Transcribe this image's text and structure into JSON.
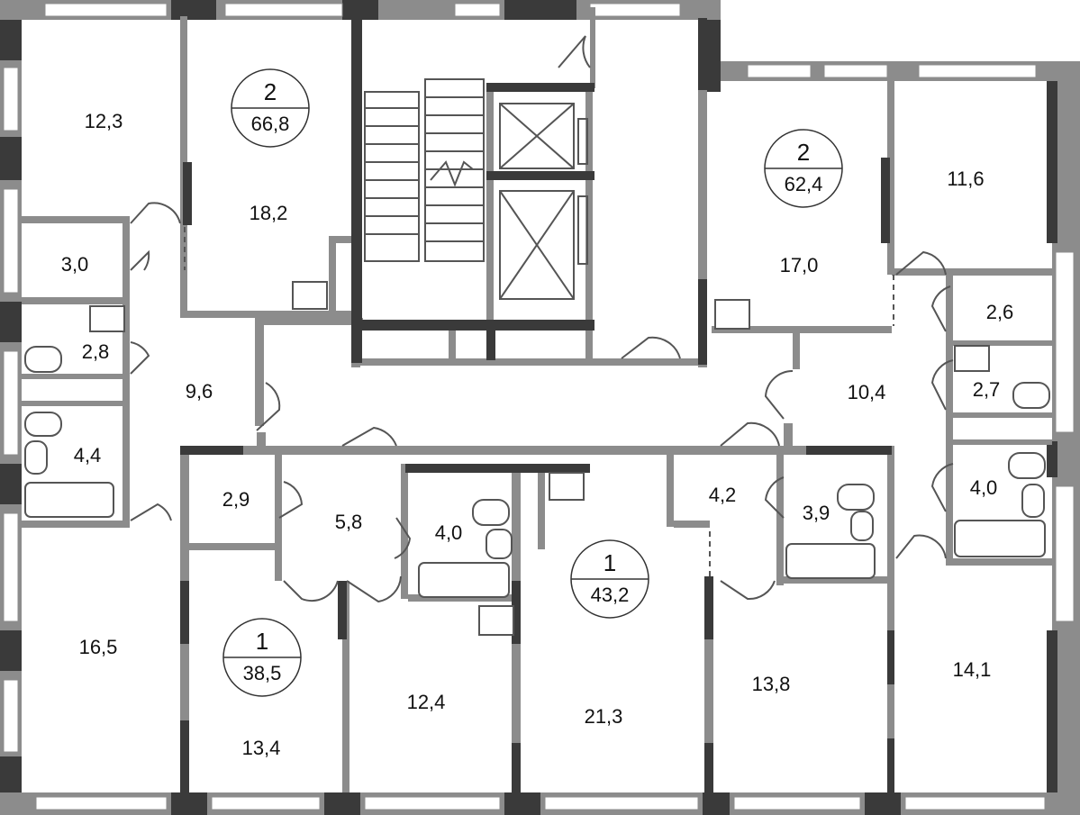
{
  "colors": {
    "wall": "#8c8c8c",
    "wall_dark": "#3a3a3a",
    "window": "#ffffff",
    "fixture": "#555555",
    "background": "#ffffff"
  },
  "apartments": [
    {
      "rooms": "2",
      "area": "66,8"
    },
    {
      "rooms": "2",
      "area": "62,4"
    },
    {
      "rooms": "1",
      "area": "38,5"
    },
    {
      "rooms": "1",
      "area": "43,2"
    }
  ],
  "room_areas": [
    "12,3",
    "18,2",
    "3,0",
    "2,8",
    "9,6",
    "4,4",
    "16,5",
    "2,9",
    "5,8",
    "4,0",
    "13,4",
    "12,4",
    "21,3",
    "4,2",
    "3,9",
    "13,8",
    "11,6",
    "17,0",
    "2,6",
    "2,7",
    "10,4",
    "4,0",
    "14,1"
  ]
}
